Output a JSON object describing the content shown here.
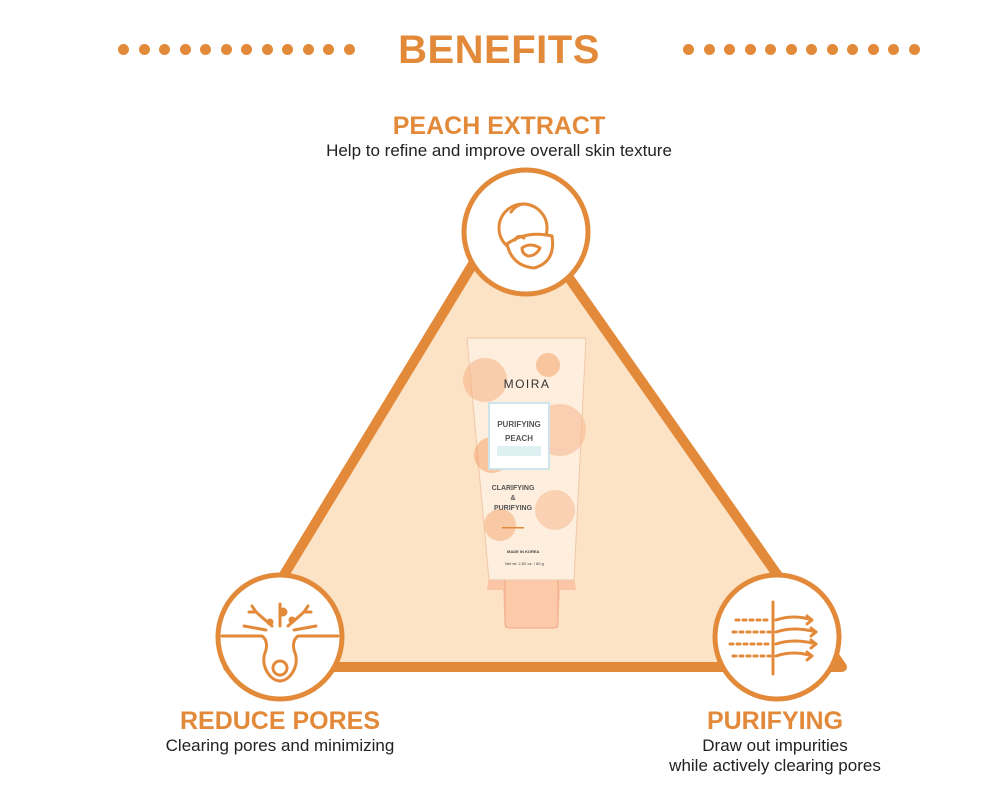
{
  "title": "BENEFITS",
  "colors": {
    "accent": "#e38a3a",
    "fill": "#fde3c6",
    "text": "#222222"
  },
  "benefits": {
    "top": {
      "title": "PEACH EXTRACT",
      "description": "Help to refine and improve overall skin texture",
      "icon": "peach-icon"
    },
    "left": {
      "title": "REDUCE PORES",
      "description": "Clearing pores and minimizing",
      "icon": "pore-icon"
    },
    "right": {
      "title": "PURIFYING",
      "description_line1": "Draw out impurities",
      "description_line2": "while actively clearing pores",
      "icon": "purify-icon"
    }
  },
  "product": {
    "brand": "MOIRA",
    "name_line1": "PURIFYING",
    "name_line2": "PEACH",
    "claim_line1": "CLARIFYING",
    "claim_line2": "&",
    "claim_line3": "PURIFYING",
    "origin": "MADE IN KOREA",
    "net_weight": "Net wt. 2.82 oz. / 80 g"
  }
}
